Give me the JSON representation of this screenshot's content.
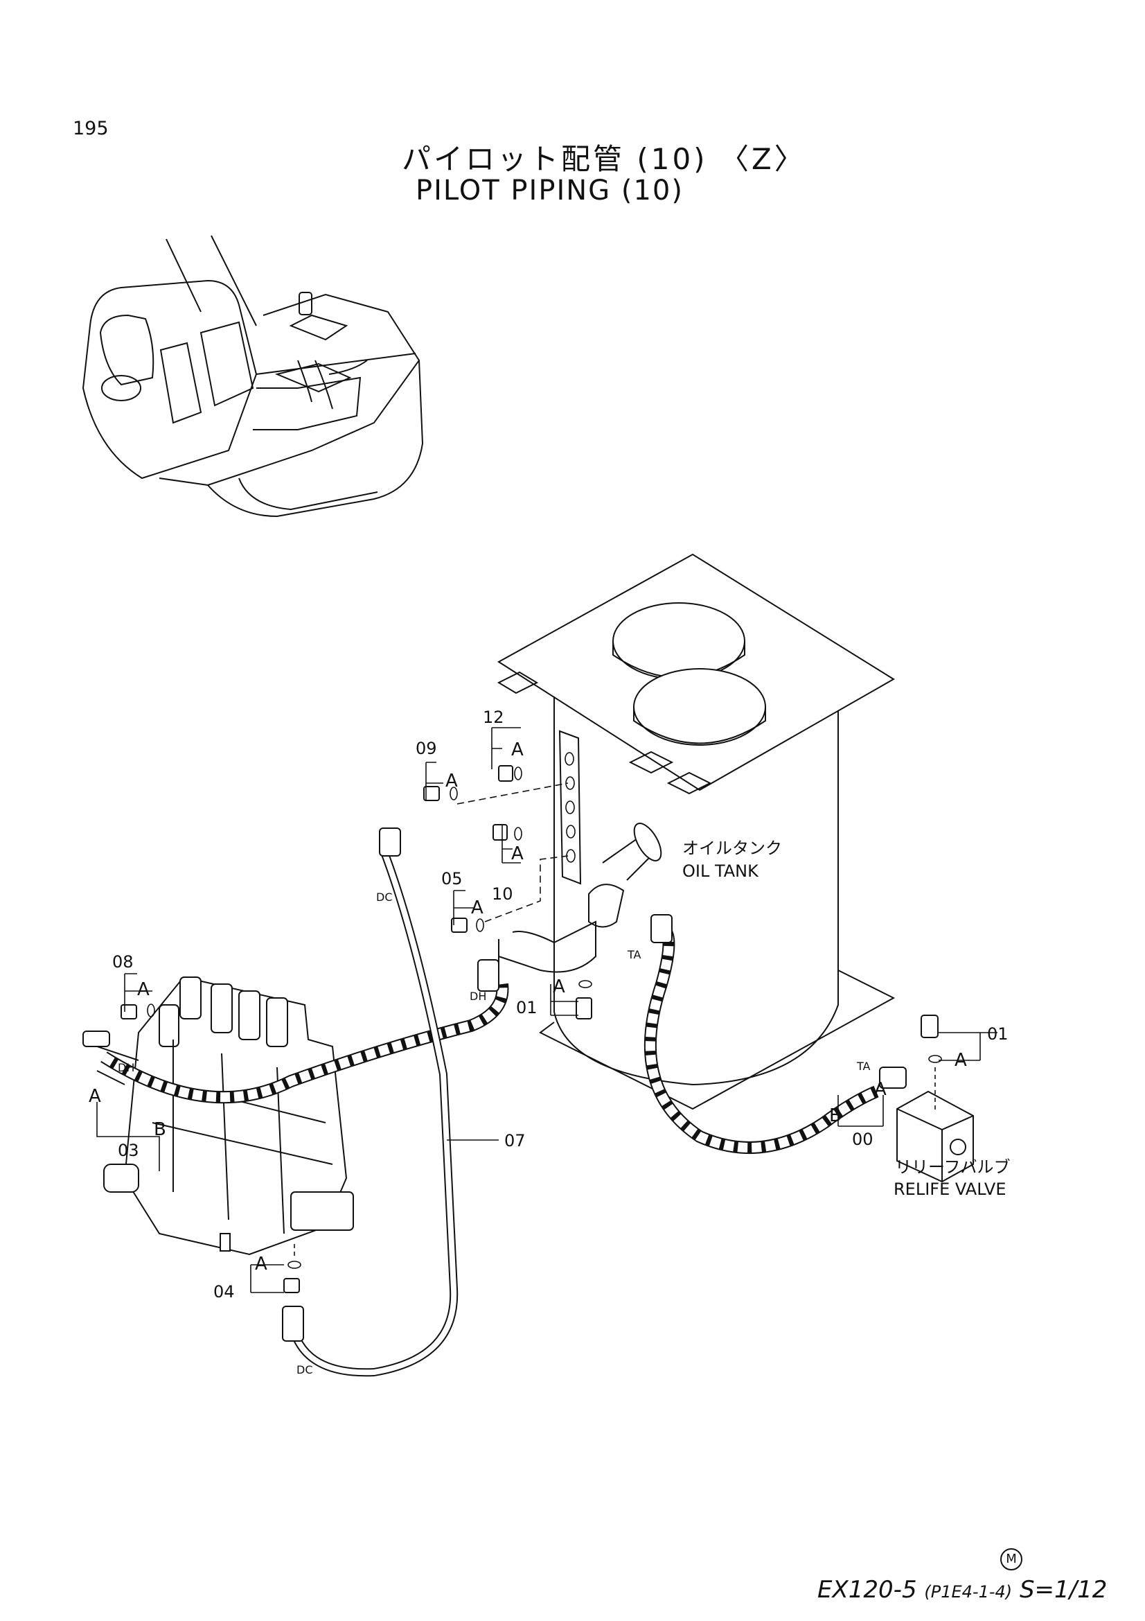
{
  "page": {
    "number": "195",
    "title_jp": "パイロット配管 (10)",
    "title_jp_suffix": "〈Z〉",
    "title_en": "PILOT PIPING (10)"
  },
  "labels": {
    "oil_tank_jp": "オイルタンク",
    "oil_tank_en": "OIL TANK",
    "relief_valve_jp": "リリーフバルブ",
    "relief_valve_en": "RELIFE VALVE",
    "port_a": "A",
    "port_b": "B",
    "port_dc": "DC",
    "port_dh": "DH",
    "port_ta": "TA"
  },
  "callouts": {
    "p00": "00",
    "p01": "01",
    "p03": "03",
    "p04": "04",
    "p05": "05",
    "p07": "07",
    "p08": "08",
    "p09": "09",
    "p10": "10",
    "p12": "12"
  },
  "footer": {
    "model": "EX120-5",
    "code": "(P1E4-1-4)",
    "scale": "S=1/12",
    "mark": "M"
  }
}
